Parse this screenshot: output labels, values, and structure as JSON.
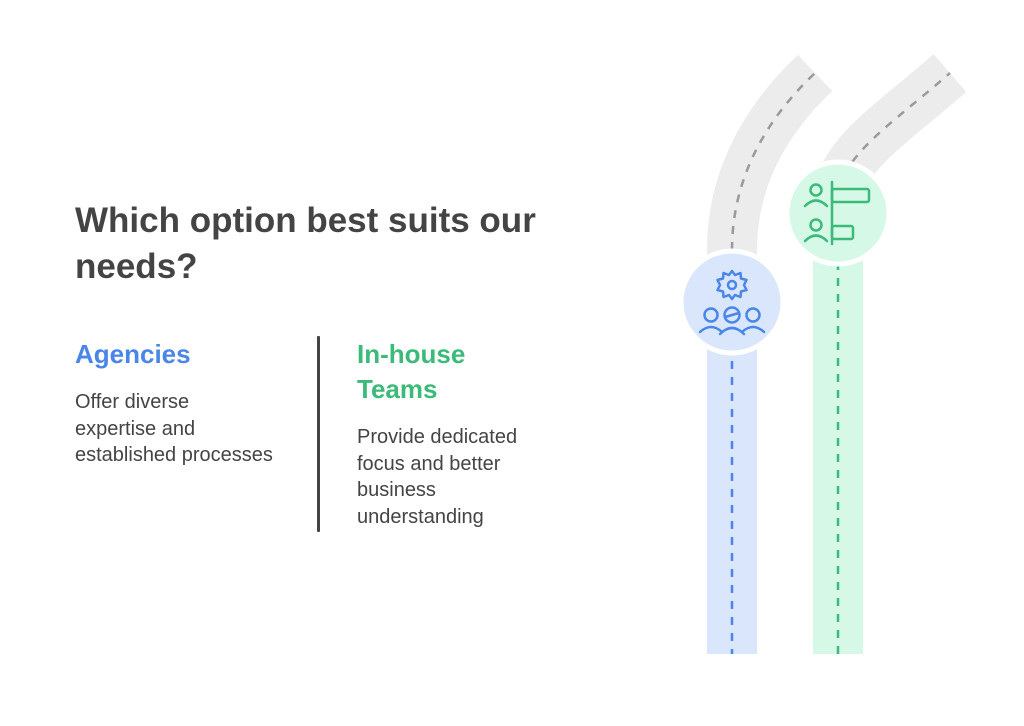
{
  "title": "Which option best suits our needs?",
  "options": [
    {
      "title": "Agencies",
      "description": "Offer diverse expertise and established processes",
      "color": "#4a86e8",
      "lane_color": "#dae6fc",
      "icon": "team-gear-icon"
    },
    {
      "title": "In-house Teams",
      "description": "Provide dedicated focus and better business understanding",
      "color": "#3cba7a",
      "lane_color": "#d5f9e6",
      "icon": "people-hierarchy-icon"
    }
  ],
  "colors": {
    "road_gray": "#ececec",
    "dash_gray": "#9a9a9a",
    "text": "#444444"
  }
}
